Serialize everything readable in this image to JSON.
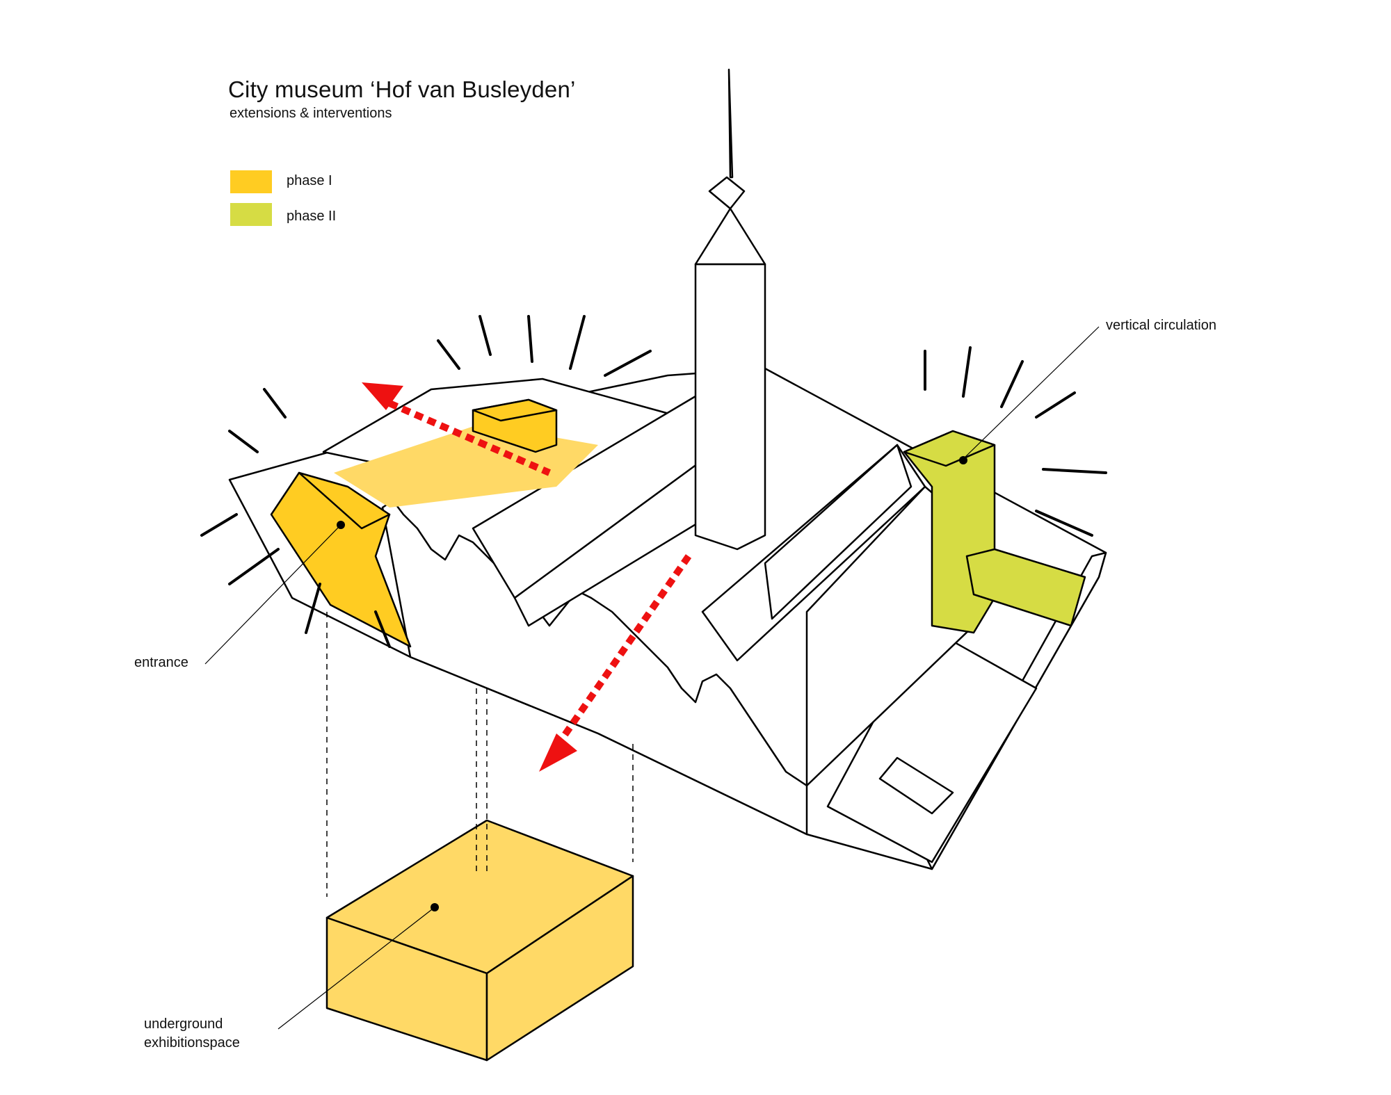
{
  "title": "City museum ‘Hof van Busleyden’",
  "subtitle": "extensions & interventions",
  "legend": [
    {
      "label": "phase I",
      "color": "#FFCC22"
    },
    {
      "label": "phase II",
      "color": "#D6DC44"
    }
  ],
  "callouts": {
    "vertical_circulation": "vertical circulation",
    "entrance": "entrance",
    "underground_line1": "underground",
    "underground_line2": "exhibitionspace"
  },
  "colors": {
    "phase1": "#FFCC22",
    "phase1_light": "#FFD966",
    "phase2": "#D6DC44",
    "arrow": "#EE1111",
    "outline": "#000000"
  }
}
